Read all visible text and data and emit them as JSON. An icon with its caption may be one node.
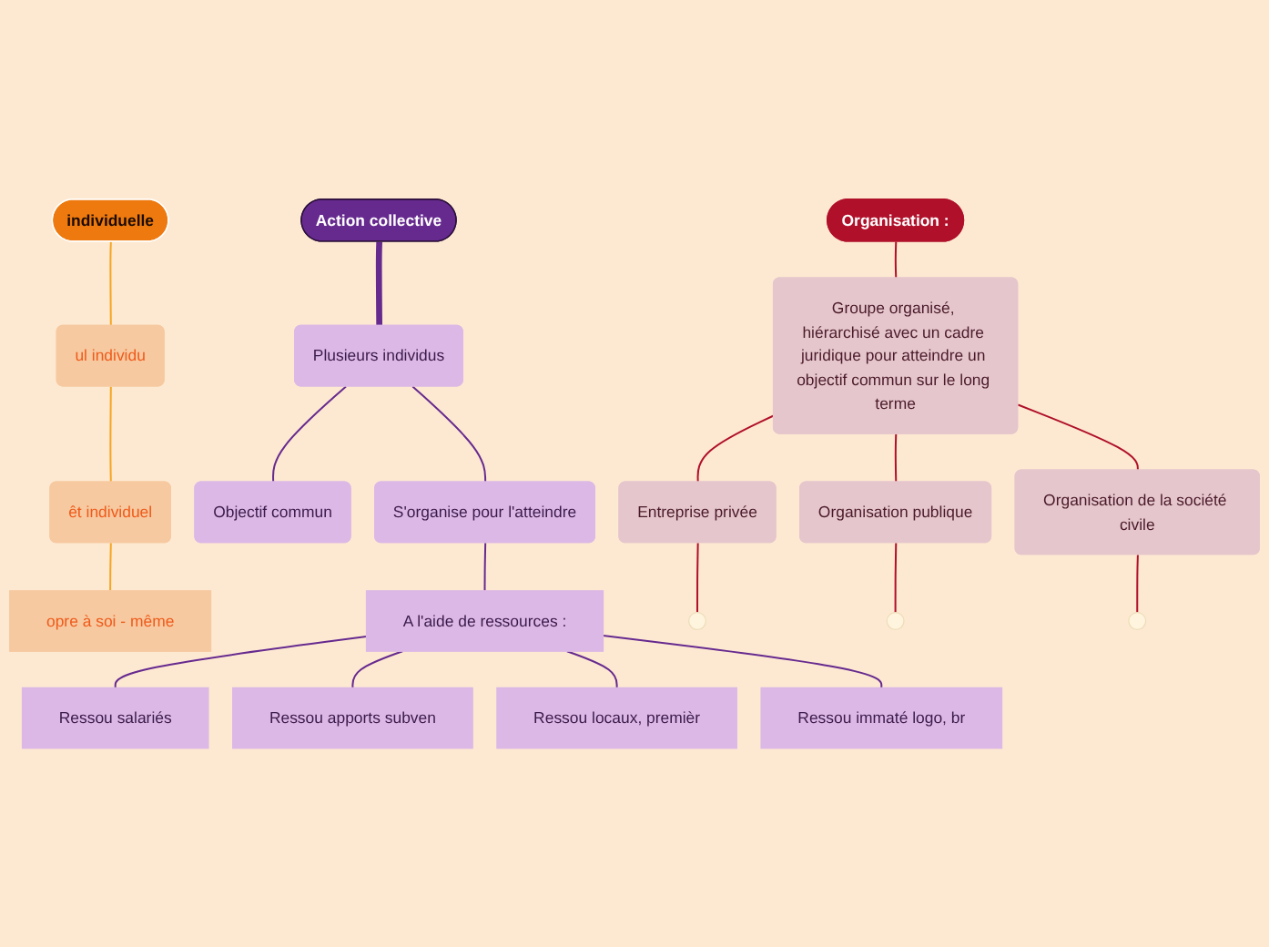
{
  "diagram": {
    "nodes": [
      {
        "text": [
          "Action collective"
        ]
      },
      {
        "text": [
          "Plusieurs individus"
        ]
      },
      {
        "text": [
          "Objectif commun"
        ]
      },
      {
        "text": [
          "S'organise pour l'atteindre"
        ]
      },
      {
        "text": [
          "A l'aide de ressources :"
        ]
      },
      {
        "text": [
          "Ressou salariés"
        ]
      },
      {
        "text": [
          "Ressou apports subven"
        ]
      },
      {
        "text": [
          "Ressou locaux, premièr"
        ]
      },
      {
        "text": [
          "Ressou immaté logo, br"
        ]
      },
      {
        "text": [
          "individuelle"
        ]
      },
      {
        "text": [
          "ul individu"
        ]
      },
      {
        "text": [
          "êt individuel"
        ]
      },
      {
        "text": [
          "opre à soi - même"
        ]
      },
      {
        "text": [
          "Organisation :"
        ]
      },
      {
        "text": [
          "Groupe organisé, hiérarchisé avec un cadre juridique pour atteindre un objectif commun sur le long terme"
        ]
      },
      {
        "text": [
          "Entreprise privée"
        ]
      },
      {
        "text": [
          "Organisation publique"
        ]
      },
      {
        "text": [
          "Organisation de la société civile"
        ]
      }
    ],
    "edges": [
      {
        "from": 0,
        "to": 1,
        "arrow": "none",
        "style": "thick"
      },
      {
        "from": 1,
        "to": 2,
        "arrow": "none"
      },
      {
        "from": 1,
        "to": 3,
        "arrow": "none"
      },
      {
        "from": 3,
        "to": 4,
        "arrow": "none"
      },
      {
        "from": 4,
        "to": 5,
        "arrow": "none"
      },
      {
        "from": 4,
        "to": 6,
        "arrow": "none"
      },
      {
        "from": 4,
        "to": 7,
        "arrow": "none"
      },
      {
        "from": 4,
        "to": 8,
        "arrow": "none"
      },
      {
        "from": 9,
        "to": 10,
        "arrow": "none",
        "color": "#f5a623"
      },
      {
        "from": 10,
        "to": 11,
        "arrow": "none",
        "color": "#f5a623"
      },
      {
        "from": 11,
        "to": 12,
        "arrow": "none",
        "color": "#f5a623"
      },
      {
        "from": 13,
        "to": 14,
        "arrow": "none",
        "color": "#b0102a"
      },
      {
        "from": 14,
        "to": 15,
        "arrow": "none",
        "color": "#b0102a"
      },
      {
        "from": 14,
        "to": 16,
        "arrow": "none",
        "color": "#b0102a"
      },
      {
        "from": 14,
        "to": 17,
        "arrow": "none",
        "color": "#b0102a"
      },
      {
        "from": 15,
        "to": null,
        "arrow": "none",
        "color": "#b0102a"
      },
      {
        "from": 16,
        "to": null,
        "arrow": "none",
        "color": "#b0102a"
      },
      {
        "from": 17,
        "to": null,
        "arrow": "none",
        "color": "#b0102a"
      }
    ]
  }
}
